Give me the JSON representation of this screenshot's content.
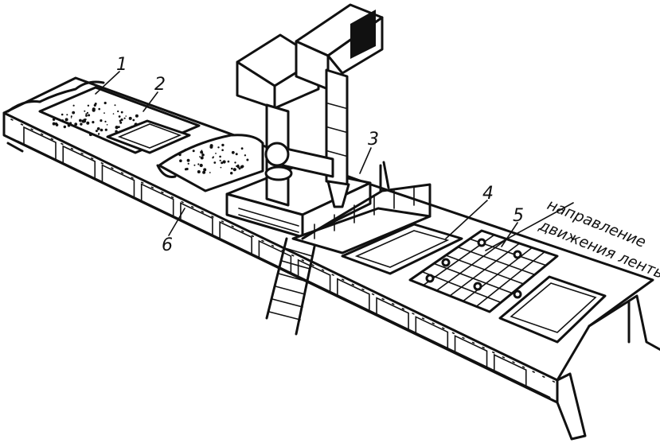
{
  "labels": {
    "l1": "1",
    "l2": "2",
    "l3": "3",
    "l4": "4",
    "l5": "5",
    "l6": "6"
  },
  "caption": {
    "line1": "направление",
    "line2": "движения ленты"
  }
}
